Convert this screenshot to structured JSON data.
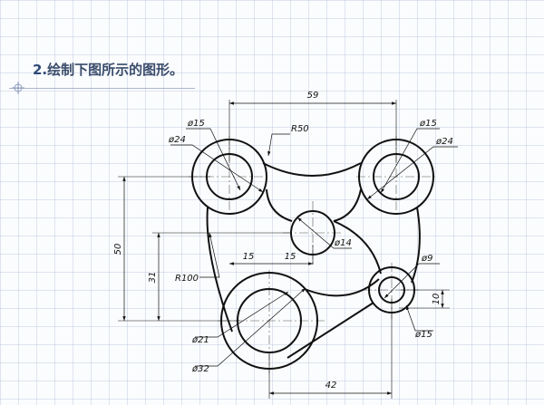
{
  "heading": {
    "number": "2.",
    "text": "绘制下图所示的图形。"
  },
  "dimensions": {
    "top_span": "59",
    "small_hole_tl": "ø15",
    "ring_tl": "ø24",
    "top_arc": "R50",
    "small_hole_tr": "ø15",
    "ring_tr": "ø24",
    "center_hole": "ø14",
    "height_overall": "50",
    "height_mid": "31",
    "offset_left": "15",
    "offset_right": "15",
    "left_arc": "R100",
    "small_hole_br": "ø9",
    "ring_br": "ø15",
    "height_small": "10",
    "big_hole": "ø21",
    "big_ring": "ø32",
    "bottom_span": "42"
  }
}
